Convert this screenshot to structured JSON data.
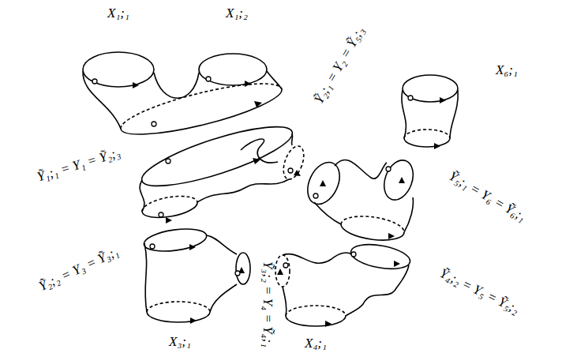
{
  "diagram": {
    "labels": [
      "X₁;₁",
      "X₁;₂",
      "X₆;₁",
      "Ỹ₁;₁ = Y₁ = Ỹ₂;₃",
      "Ỹ₂;₁ = Y₂ = Ỹ₅;₃",
      "Ỹ₅;₁ = Y₆ = Ỹ₆;₁",
      "Ỹ₂;₂ = Y₃ = Ỹ₃;₁",
      "Ỹ₃;₂ = Y₄ = Ỹ₄;₁",
      "Ỹ₄;₂ = Y₅ = Ỹ₅;₂",
      "X₃;₁",
      "X₄;₁"
    ]
  }
}
